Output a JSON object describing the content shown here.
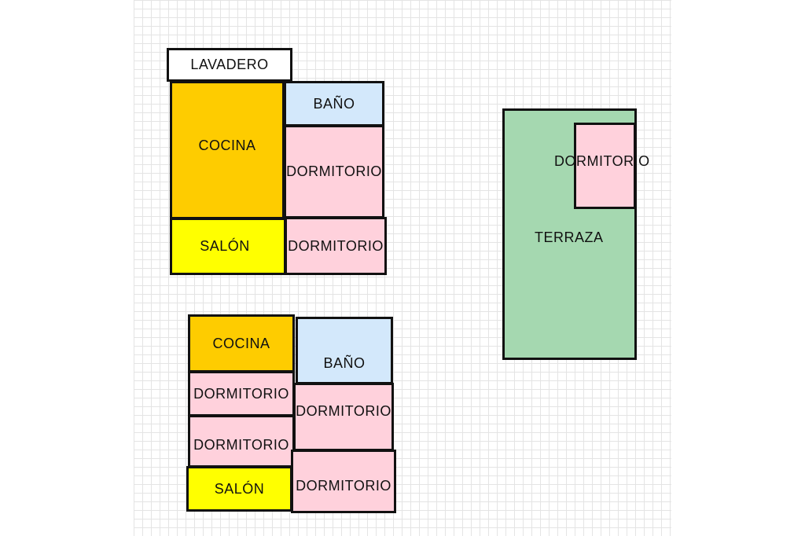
{
  "colors": {
    "kitchen": "#fecc00",
    "living": "#ffff00",
    "bedroom": "#ffd1dc",
    "bathroom": "#d3e8fb",
    "terrace": "#a5d8b0",
    "laundry": "#ffffff"
  },
  "plan_top": {
    "lavadero": "LAVADERO",
    "bano": "BAÑO",
    "cocina": "COCINA",
    "dormitorio_1": "DORMITORIO",
    "dormitorio_2": "DORMITORIO",
    "salon": "SALÓN"
  },
  "plan_bottom": {
    "cocina": "COCINA",
    "bano": "BAÑO",
    "dormitorio_1": "DORMITORIO",
    "dormitorio_2": "DORMITORIO",
    "dormitorio_3": "DORMITORIO",
    "dormitorio_4": "DORMITORIO",
    "salon": "SALÓN"
  },
  "plan_terrace": {
    "terraza": "TERRAZA",
    "dormitorio": "DORMITORIO"
  }
}
